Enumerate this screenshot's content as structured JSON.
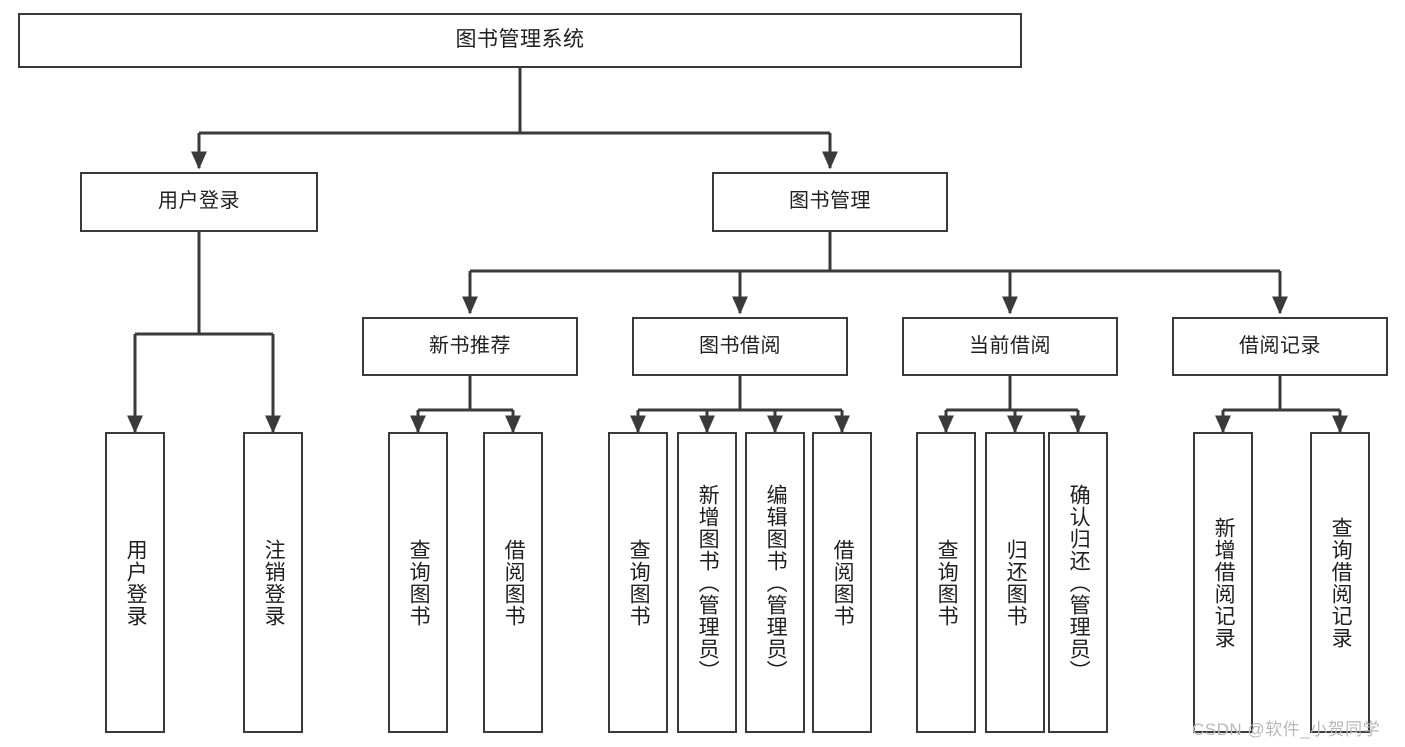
{
  "diagram": {
    "title": "图书管理系统",
    "type": "功能结构图",
    "colors": {
      "stroke": "#3a3a3a",
      "fill": "#ffffff",
      "text": "#1f1f1f",
      "watermark": "#b8b8b8"
    },
    "watermark": "CSDN @软件_小贺同学",
    "root": {
      "label": "图书管理系统"
    },
    "level2": [
      {
        "label": "用户登录"
      },
      {
        "label": "图书管理"
      }
    ],
    "level3": [
      {
        "label": "新书推荐"
      },
      {
        "label": "图书借阅"
      },
      {
        "label": "当前借阅"
      },
      {
        "label": "借阅记录"
      }
    ],
    "leaves": {
      "user_login": [
        {
          "label": "用户登录"
        },
        {
          "label": "注销登录"
        }
      ],
      "new_book_recommend": [
        {
          "label": "查询图书"
        },
        {
          "label": "借阅图书"
        }
      ],
      "book_borrow": [
        {
          "label": "查询图书"
        },
        {
          "label": "新增图书（管理员）"
        },
        {
          "label": "编辑图书（管理员）"
        },
        {
          "label": "借阅图书"
        }
      ],
      "current_borrow": [
        {
          "label": "查询图书"
        },
        {
          "label": "归还图书"
        },
        {
          "label": "确认归还（管理员）"
        }
      ],
      "borrow_record": [
        {
          "label": "新增借阅记录"
        },
        {
          "label": "查询借阅记录"
        }
      ]
    }
  }
}
